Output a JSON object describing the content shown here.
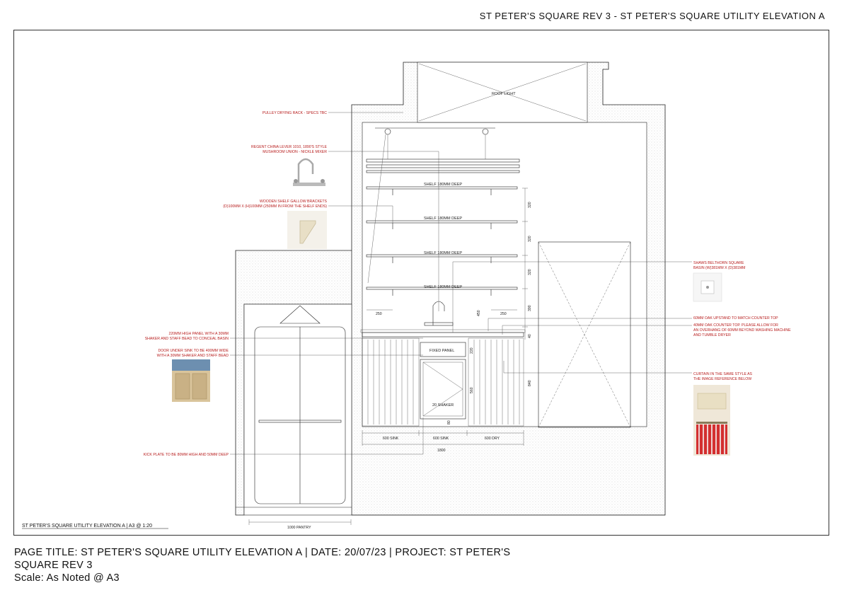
{
  "header": {
    "title": "ST PETER'S SQUARE REV 3 - ST PETER'S SQUARE UTILITY ELEVATION A"
  },
  "drawing": {
    "caption": "ST PETER'S SQUARE UTILITY ELEVATION A  | A3 @ 1:20",
    "labels": {
      "roof_light": "ROOF LIGHT",
      "shelf_1": "SHELF 180MM DEEP",
      "shelf_2": "SHELF 180MM DEEP",
      "shelf_3": "SHELF 180MM DEEP",
      "shelf_4": "SHELF 180MM DEEP",
      "fixed_panel": "FIXED PANEL",
      "shaker": "20 SHAKER"
    },
    "annotations": {
      "pulley": "PULLEY DRYING RACK - SPECS TBC",
      "mixer_1": "REGENT CHINA LEVER 1010, 1890'S STYLE",
      "mixer_2": "MUSHROOM UNION - NICKLE MIXER",
      "brackets_1": "WOODEN SHELF GALLOW BRACKETS",
      "brackets_2": "(D)100MM X (H)100MM (250MM IN FROM THE SHELF ENDS)",
      "panel_1": "220MM HIGH PANEL WITH A 30MM",
      "panel_2": "SHAKER AND STAFF BEAD TO CONCEAL BASIN",
      "door_1": "DOOR UNDER SINK TO BE 400MM WIDE",
      "door_2": "WITH A 30MM SHAKER AND STAFF BEAD",
      "kick": "KICK PLATE TO BE 80MM HIGH AND 50MM DEEP",
      "basin_1": "SHAWS BELTHORN SQUARE",
      "basin_2": "BASIN (W)381MM X (D)381MM",
      "upstand": "60MM OAK UPSTAND TO MATCH COUNTER TOP",
      "counter_1": "40MM OAK COUNTER TOP. PLEASE ALLOW FOR",
      "counter_2": "AN OVERHANG OF 60MM BEYOND WASHING MACHINE",
      "counter_3": "AND TUMBLE DRYER",
      "curtain_1": "CURTAIN IN THE SAME STYLE AS",
      "curtain_2": "THE IMAGE REFERENCE BELOW"
    },
    "dimensions": {
      "d320a": "320",
      "d320b": "320",
      "d320c": "320",
      "d390": "390",
      "d250a": "250",
      "d250b": "250",
      "d450": "450",
      "d220": "220",
      "d40": "40",
      "d560": "560",
      "d840": "840",
      "d80": "80",
      "sink1": "600 SINK",
      "sink2": "600 SINK",
      "dry": "600 DRY",
      "total": "1800",
      "pantry": "1000 PANTRY"
    },
    "colors": {
      "annotation": "#b71c1c",
      "curtain_red": "#d32f2f"
    }
  },
  "footer": {
    "line1": "PAGE TITLE: ST PETER'S SQUARE UTILITY ELEVATION A  | DATE: 20/07/23 | PROJECT: ST PETER'S",
    "line2": "SQUARE REV 3",
    "line3": "Scale: As Noted @ A3"
  }
}
